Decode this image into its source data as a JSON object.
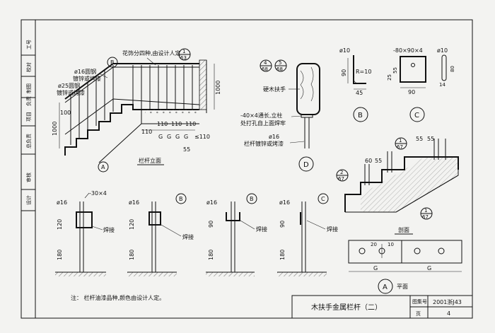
{
  "sidebar": {
    "cells": [
      "设计",
      "审核",
      "总负责",
      "项目",
      "负责",
      "制图",
      "校对",
      "工号"
    ]
  },
  "elevation": {
    "note_flower": "花饰分四种,由设计人定",
    "ref_top": {
      "num": "1",
      "page": "63"
    },
    "ref_b": "B",
    "ref_a": "A",
    "label_round16": "ø16圆钢",
    "label_round16_sub": "镀锌或烤漆",
    "label_round25": "ø25圆钢",
    "label_round25_sub": "镀锌或烤漆",
    "dim_1000_left": "1000",
    "dim_1000_right": "1000",
    "dim_100": "100",
    "dims_110": [
      "110",
      "110",
      "110",
      "110"
    ],
    "dims_g": [
      "G",
      "G",
      "G",
      "G"
    ],
    "dim_le110": "≤110",
    "dim_55": "55",
    "caption": "栏杆立面"
  },
  "handrail_d": {
    "ref1": {
      "num": "4",
      "page": "68"
    },
    "ref2": {
      "num": "5",
      "page": "68"
    },
    "label_wood": "硬木扶手",
    "label_flat": "-40×4通长,立柱",
    "label_flat2": "处打孔自上面焊牢",
    "label_phi16": "ø16",
    "label_phi16_sub": "栏杆镀锌或烤漆",
    "tag": "D"
  },
  "detail_b": {
    "phi10": "ø10",
    "r10": "R=10",
    "dim_90": "90",
    "dim_45": "45",
    "tag": "B"
  },
  "detail_c": {
    "plate": "-80×90×4",
    "phi10": "ø10",
    "dim_25": "25",
    "dim_55": "55",
    "dim_90": "90",
    "dim_80": "80",
    "dim_14": "14",
    "tag": "C"
  },
  "section": {
    "ref_top": {
      "num": "1",
      "page": "67"
    },
    "ref_left": {
      "num": "2",
      "page": "67"
    },
    "ref_bottom": {
      "num": "1",
      "page": "67"
    },
    "dim_55a": "55",
    "dim_55b": "55",
    "dim_60": "60",
    "dim_55c": "55",
    "caption": "剖面"
  },
  "plan": {
    "dim_20": "20",
    "dim_10": "10",
    "dim_g1": "G",
    "dim_g2": "G",
    "tag": "A",
    "caption": "平面"
  },
  "bottom_details": {
    "d1": {
      "phi": "ø16",
      "flat": "-30×4",
      "dim_120": "120",
      "dim_180": "180",
      "weld": "焊接"
    },
    "d2": {
      "phi": "ø16",
      "ref": "B",
      "dim_120": "120",
      "dim_180": "180",
      "weld": "焊接"
    },
    "d3": {
      "phi": "ø16",
      "ref": "B",
      "dim_90": "90",
      "dim_180": "180",
      "weld": "焊接"
    },
    "d4": {
      "phi": "ø16",
      "ref": "C",
      "dim_90": "90",
      "dim_180": "180",
      "weld": "焊接"
    }
  },
  "note": "注：  栏杆油漆品种,颜色由设计人定。",
  "title_block": {
    "title": "木扶手金属栏杆（二）",
    "atlas_label": "图集号",
    "atlas_value": "2001浙J43",
    "page_label": "页",
    "page_value": "4"
  }
}
